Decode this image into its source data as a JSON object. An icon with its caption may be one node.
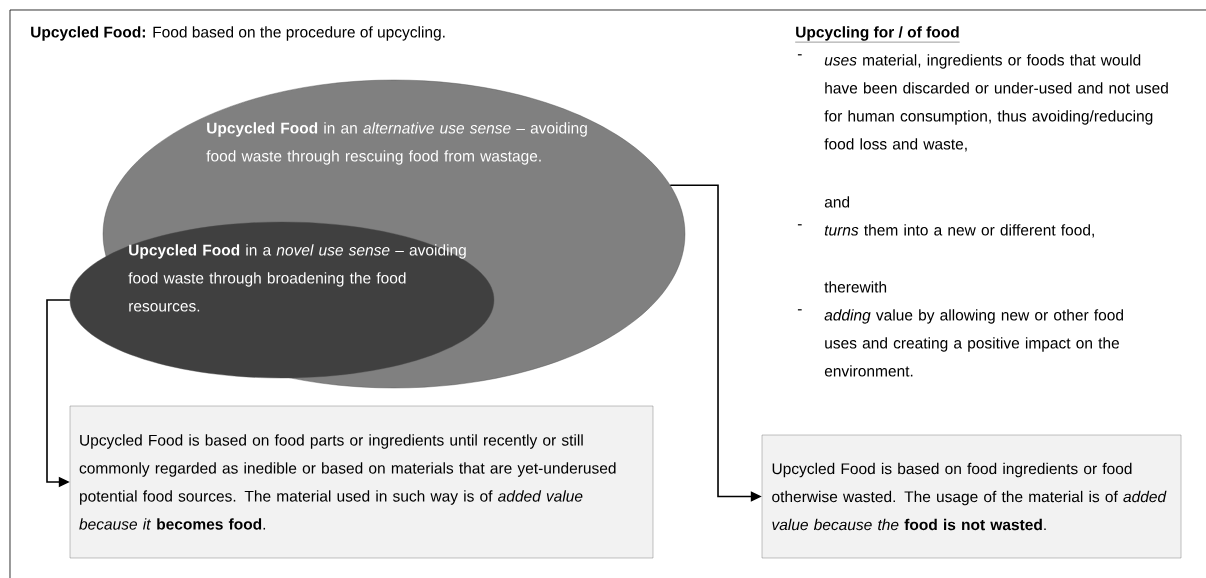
{
  "diagram": {
    "title": "**Upcycled Food:** Food based on the procedure of upcycling.",
    "nodes": [
      {
        "text": [
          "**Upcycled Food** in an *alternative use sense* – avoiding food waste through rescuing food from wastage."
        ]
      },
      {
        "text": [
          "**Upcycled Food** in a *novel use sense* – avoiding food waste through broadening the food resources."
        ]
      },
      {
        "text": [
          "Upcycled Food is based on food parts or ingredients until recently or still commonly regarded as inedible or based on materials that are yet-underused potential food sources. The material used in such way is of *added value because it* **becomes food**."
        ]
      },
      {
        "text": [
          "Upcycled Food is based on food ingredients or food otherwise wasted. The usage of the material is of *added value because the* **food is not wasted**."
        ]
      }
    ],
    "edges": [
      {
        "from": 1,
        "to": 2,
        "arrow": "to"
      },
      {
        "from": 0,
        "to": 3,
        "arrow": "to"
      }
    ],
    "labels": [
      "Upcycling for / of food",
      "-",
      "*uses* material, ingredients or foods that would have been discarded or under-used and not used for human consumption, thus avoiding/reducing food loss and waste,",
      "and",
      "-",
      "*turns* them into a new or different food,",
      "therewith",
      "-",
      "*adding* value by allowing new or other food uses and creating a positive impact on the environment."
    ]
  }
}
